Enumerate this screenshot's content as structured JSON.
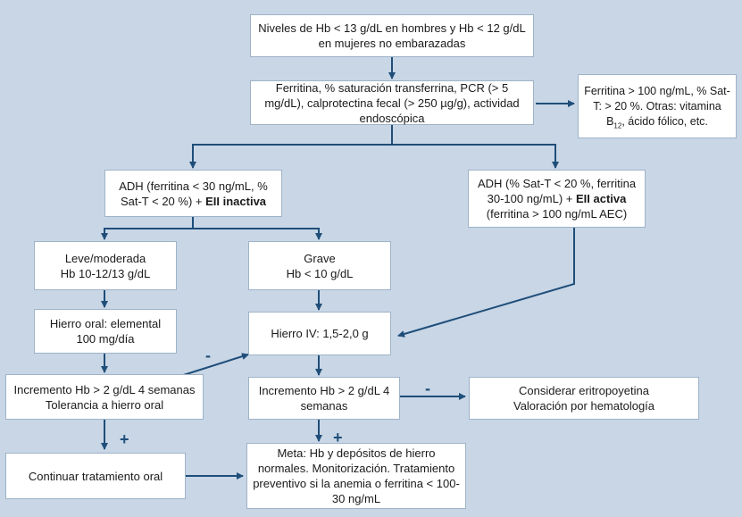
{
  "colors": {
    "background": "#c8d6e6",
    "box": "#ffffff",
    "arrow": "#1f4e79"
  },
  "nodes": {
    "n1": {
      "text": "Niveles de Hb < 13 g/dL en hombres y Hb < 12 g/dL en mujeres no embarazadas"
    },
    "n2": {
      "text": "Ferritina, % saturación transferrina, PCR (> 5 mg/dL), calprotectina fecal (> 250 µg/g), actividad endoscópica"
    },
    "n3": {
      "line1": "Ferritina > 100 ng/mL, % Sat-T: > 20 %. Otras: vitamina B",
      "sub": "12",
      "line2": ", ácido fólico, etc."
    },
    "n4": {
      "text": "ADH (ferritina < 30 ng/mL, % Sat-T < 20 %) + ",
      "bold": "EII inactiva"
    },
    "n5": {
      "text": "ADH (% Sat-T < 20 %, ferritina 30-100 ng/mL) + ",
      "bold": "EII activa",
      "tail": " (ferritina > 100 ng/mL AEC)"
    },
    "n6": {
      "line1": "Leve/moderada",
      "line2": "Hb 10-12/13 g/dL"
    },
    "n7": {
      "line1": "Grave",
      "line2": "Hb < 10 g/dL"
    },
    "n8": {
      "line1": "Hierro oral: elemental",
      "line2": "100 mg/día"
    },
    "n9": {
      "text": "Hierro IV: 1,5-2,0 g"
    },
    "n10": {
      "line1": "Incremento Hb > 2 g/dL 4 semanas",
      "line2": "Tolerancia a hierro oral"
    },
    "n11": {
      "text": "Incremento Hb > 2 g/dL 4 semanas"
    },
    "n12": {
      "line1": "Considerar eritropoyetina",
      "line2": "Valoración por hematología"
    },
    "n13": {
      "text": "Continuar tratamiento oral"
    },
    "n14": {
      "text": "Meta: Hb y depósitos de hierro normales. Monitorización. Tratamiento preventivo si la anemia o ferritina < 100-30 ng/mL"
    }
  },
  "signs": {
    "minus_left": "-",
    "minus_right": "-",
    "plus_left": "+",
    "plus_right": "+"
  }
}
